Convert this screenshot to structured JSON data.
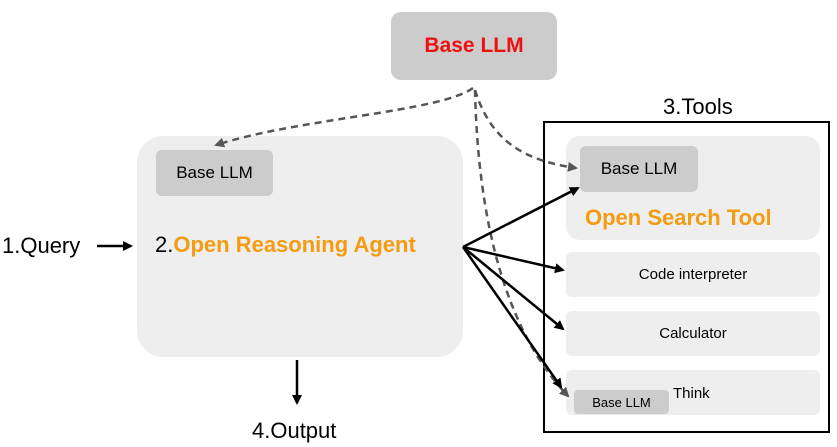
{
  "base_llm_top": {
    "label": "Base LLM",
    "color": "#ee1111"
  },
  "agent": {
    "base_llm_label": "Base LLM",
    "prefix": "2.",
    "name": "Open Reasoning Agent",
    "accent": "#f39c12"
  },
  "query_label": "1.Query",
  "output_label": "4.Output",
  "tools": {
    "title": "3.Tools",
    "search": {
      "base_llm_label": "Base LLM",
      "name": "Open Search Tool"
    },
    "items": [
      {
        "label": "Code interpreter"
      },
      {
        "label": "Calculator"
      }
    ],
    "think": {
      "label": "Think",
      "base_llm_label": "Base LLM"
    }
  }
}
